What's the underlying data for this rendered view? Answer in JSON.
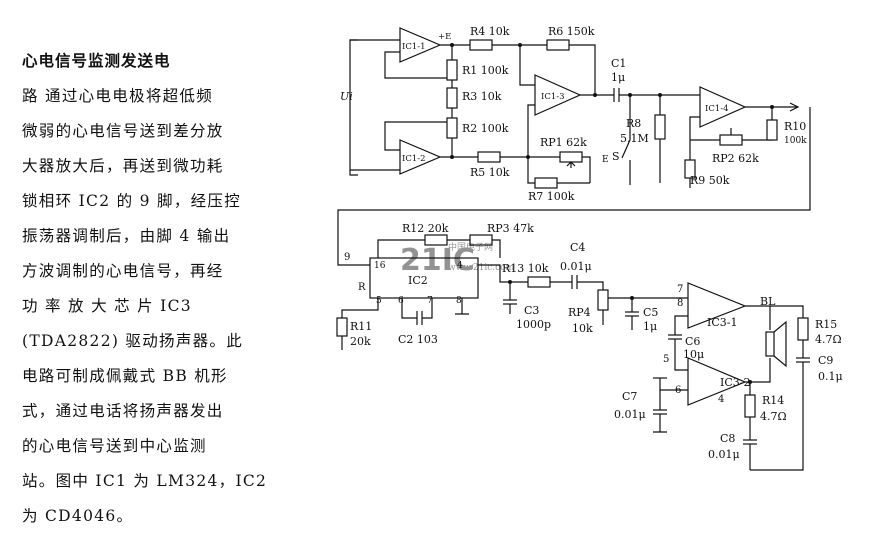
{
  "article": {
    "title": "心电信号监测发送电",
    "lines": [
      "路  通过心电电极将超低频",
      "微弱的心电信号送到差分放",
      "大器放大后，再送到微功耗",
      "锁相环 IC2 的 9 脚，经压控",
      "振荡器调制后，由脚 4 输出",
      "方波调制的心电信号，再经",
      "功 率 放 大 芯 片  IC3",
      "(TDA2822) 驱动扬声器。此",
      "电路可制成佩戴式 BB 机形",
      "式，通过电话将扬声器发出",
      "的心电信号送到中心监测",
      "站。图中 IC1 为 LM324，IC2",
      "为 CD4046。"
    ]
  },
  "schematic": {
    "ic1_1": "IC1-1",
    "ic1_2": "IC1-2",
    "ic1_3": "IC1-3",
    "ic1_4": "IC1-4",
    "plus_e": "+E",
    "input_ui": "Ui",
    "r4": "R4 10k",
    "r6": "R6 150k",
    "c1": "C1",
    "c1v": "1μ",
    "r1": "R1 100k",
    "r3": "R3 10k",
    "r2": "R2 100k",
    "r5": "R5 10k",
    "rp1": "RP1 62k",
    "r7": "R7 100k",
    "r8": "R8",
    "r8v": "5.1M",
    "switch_s": "S",
    "r10": "R10",
    "r10v": "100k",
    "rp2": "RP2 62k",
    "r9": "R9 50k",
    "r12": "R12 20k",
    "rp3": "RP3 47k",
    "ic2": "IC2",
    "ic2_pin16": "16",
    "ic2_pin4": "4",
    "ic2_pin9": "9",
    "ic2_r": "R",
    "ic2_pin5": "5",
    "ic2_pin6": "6",
    "ic2_pin7": "7",
    "ic2_pin8": "8",
    "r13": "R13 10k",
    "c4": "C4",
    "c4v": "0.01μ",
    "r11": "R11",
    "r11v": "20k",
    "c2": "C2 103",
    "c3": "C3",
    "c3v": "1000p",
    "rp4": "RP4",
    "rp4v": "10k",
    "c5": "C5",
    "c5v": "1μ",
    "ic3_1": "IC3-1",
    "ic3_2": "IC3-2",
    "ic3_pin7": "7",
    "ic3_pin8": "8",
    "ic3_pin5": "5",
    "ic3_pin6": "6",
    "ic3_pin4": "4",
    "bl": "BL",
    "c6": "C6",
    "c6v": "10μ",
    "r15": "R15",
    "r15v": "4.7Ω",
    "c9": "C9",
    "c9v": "0.1μ",
    "c7": "C7",
    "c7v": "0.01μ",
    "r14": "R14",
    "r14v": "4.7Ω",
    "c8": "C8",
    "c8v": "0.01μ"
  },
  "watermark": {
    "brand": "21IC",
    "sub_top": "中国电子网",
    "sub_bottom": "www.21ic.com"
  }
}
